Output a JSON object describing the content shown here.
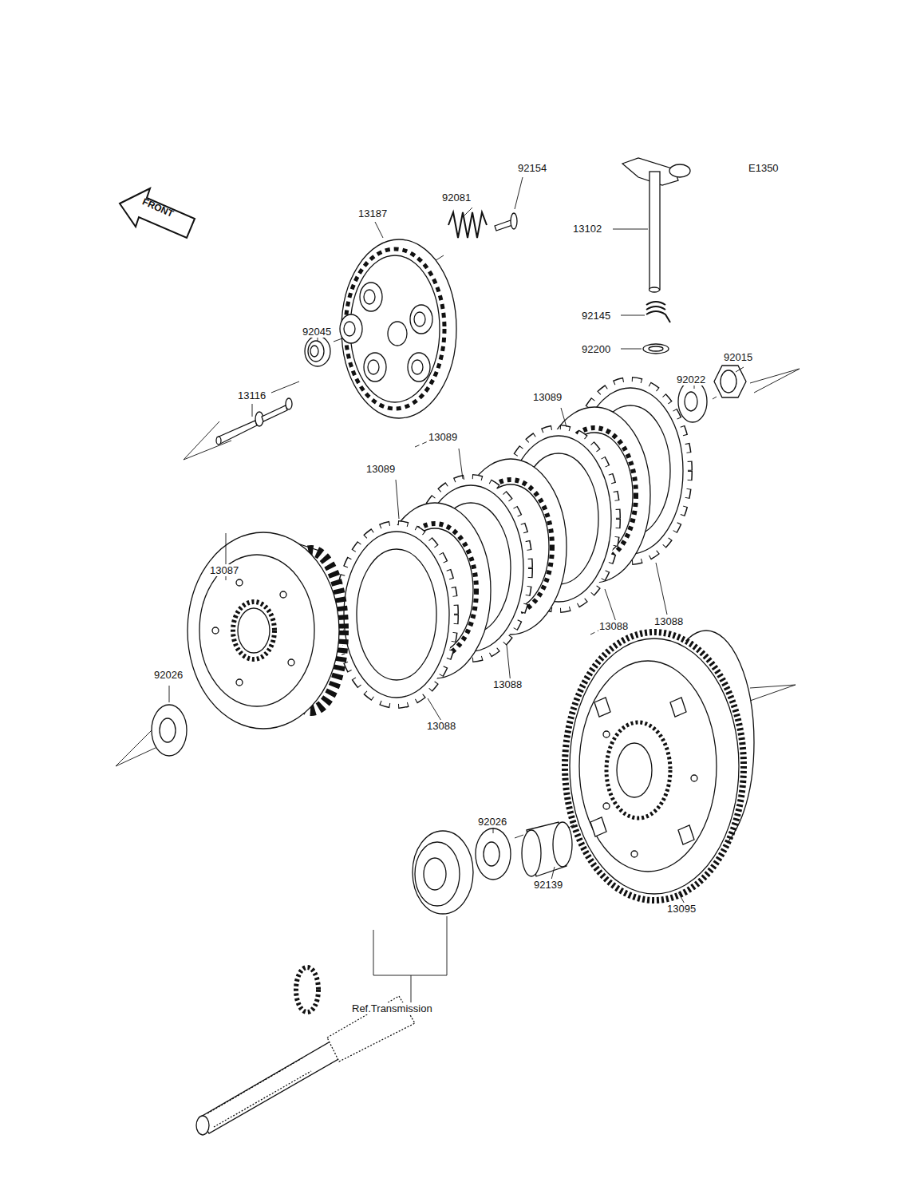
{
  "diagram": {
    "labels": [
      "E1350",
      "FRONT",
      "92154",
      "92081",
      "13187",
      "13102",
      "92145",
      "92200",
      "92045",
      "13116",
      "92015",
      "92022",
      "13089",
      "13089",
      "13089",
      "13087",
      "13088",
      "13088",
      "13088",
      "13088",
      "92026",
      "92026",
      "92139",
      "13095",
      "Ref.Transmission"
    ]
  }
}
